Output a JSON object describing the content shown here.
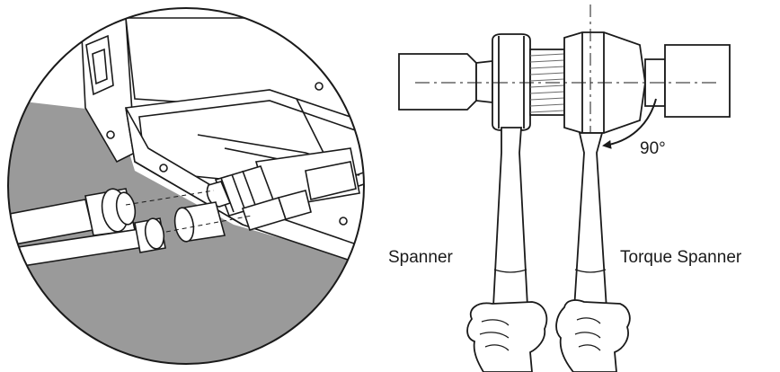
{
  "labels": {
    "spanner": "Spanner",
    "torque_spanner": "Torque Spanner",
    "angle": "90°"
  },
  "colors": {
    "line": "#1a1a1a",
    "floor": "#9a9a9a",
    "fill": "#ffffff",
    "thread": "#6a6a6a"
  }
}
